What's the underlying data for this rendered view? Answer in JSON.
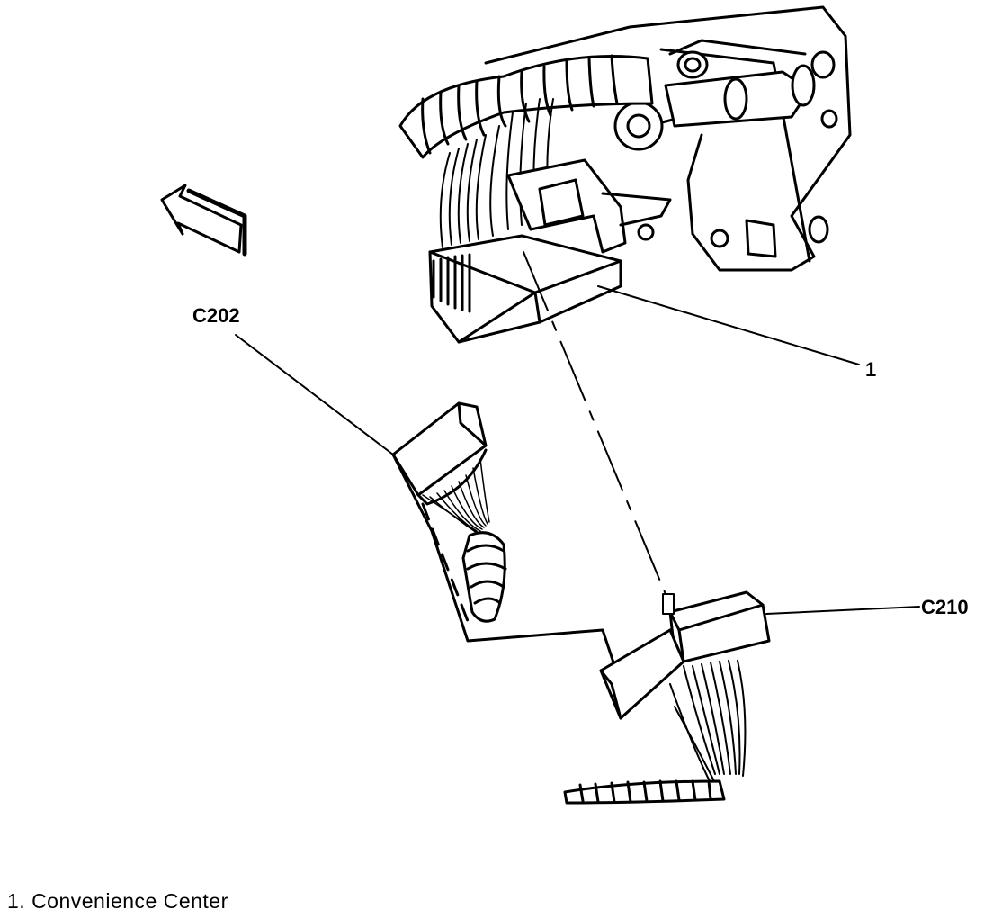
{
  "callouts": {
    "c202": "C202",
    "item1": "1",
    "c210": "C210"
  },
  "legend": {
    "item1": "1. Convenience Center"
  }
}
